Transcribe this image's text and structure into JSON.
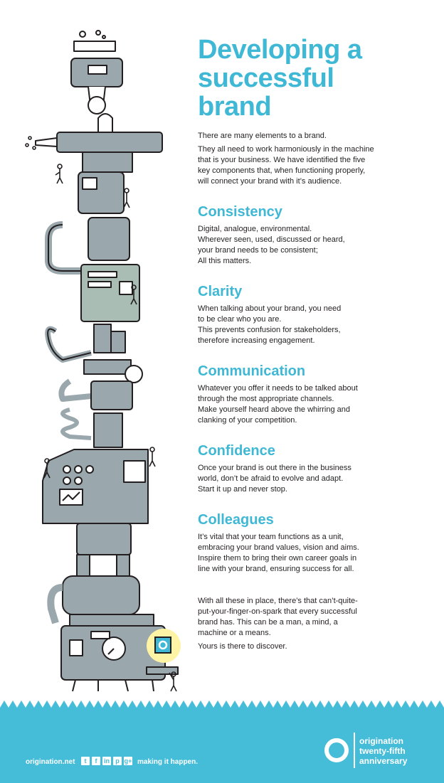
{
  "title_line1": "Developing a",
  "title_line2": "successful brand",
  "intro": [
    "There are many elements to a brand.",
    "They all need to work harmoniously in the machine that is your business. We have identified the five key components that, when functioning properly, will connect your brand with it’s audience."
  ],
  "sections": [
    {
      "heading": "Consistency",
      "lines": [
        "Digital, analogue, environmental.",
        "Wherever seen, used, discussed or heard,",
        "your brand needs to be consistent;",
        "All this matters."
      ]
    },
    {
      "heading": "Clarity",
      "lines": [
        "When talking about your brand, you need",
        "to be clear who you are.",
        "This prevents confusion for stakeholders,",
        "therefore increasing engagement."
      ]
    },
    {
      "heading": "Communication",
      "lines": [
        "Whatever you offer it needs to be talked about",
        "through the most appropriate channels.",
        "Make yourself heard above the whirring and",
        "clanking of your competition."
      ]
    },
    {
      "heading": "Confidence",
      "lines": [
        "Once your brand is out there in the business",
        "world, don’t be afraid to evolve and adapt.",
        "Start it up and never stop."
      ]
    },
    {
      "heading": "Colleagues",
      "lines": [
        "It’s vital that your team functions as a unit,",
        "embracing your brand values, vision and aims.",
        "Inspire them to bring their own career goals in",
        "line with your brand, ensuring success for all."
      ]
    }
  ],
  "closing": [
    "With all these in place, there’s that can’t-quite-put-your-finger-on-spark that every successful brand has. This can be a man, a mind, a machine or a means.",
    "Yours is there to discover."
  ],
  "footer": {
    "website": "origination.net",
    "tagline": "making it happen.",
    "social_icons": [
      "twitter-icon",
      "facebook-icon",
      "linkedin-icon",
      "pinterest-icon",
      "googleplus-icon"
    ],
    "logo_line1": "origination",
    "logo_line2": "twenty-fifth",
    "logo_line3": "anniversary"
  },
  "colors": {
    "accent": "#3fb8d6",
    "footer_bg": "#45bdd8",
    "machine_fill": "#9aa7ad",
    "machine_green": "#a9bdb5",
    "spark": "#ffe34d"
  }
}
